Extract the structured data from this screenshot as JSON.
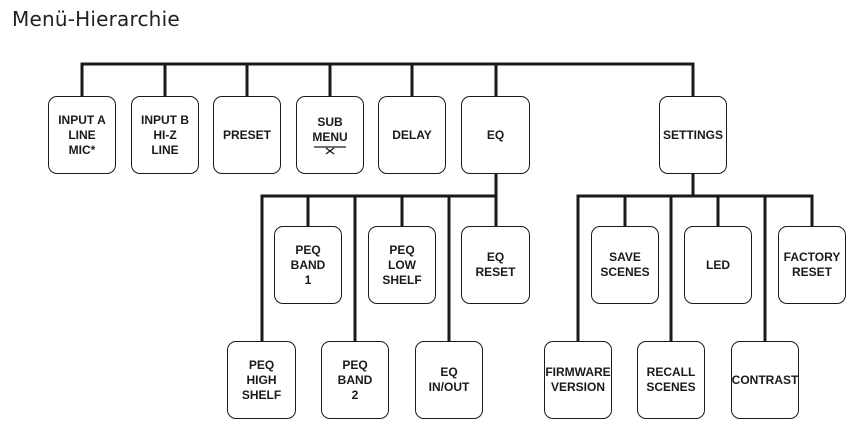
{
  "title": "Menü-Hierarchie",
  "nodes": {
    "input_a": [
      "INPUT A",
      "LINE",
      "MIC*"
    ],
    "input_b": [
      "INPUT B",
      "HI-Z",
      "LINE"
    ],
    "preset": [
      "PRESET"
    ],
    "sub_menu": [
      "SUB",
      "MENU"
    ],
    "delay": [
      "DELAY"
    ],
    "eq": [
      "EQ"
    ],
    "settings": [
      "SETTINGS"
    ],
    "peq_band_1": [
      "PEQ",
      "BAND",
      "1"
    ],
    "peq_low_shelf": [
      "PEQ",
      "LOW",
      "SHELF"
    ],
    "eq_reset": [
      "EQ",
      "RESET"
    ],
    "peq_high_shelf": [
      "PEQ",
      "HIGH",
      "SHELF"
    ],
    "peq_band_2": [
      "PEQ",
      "BAND",
      "2"
    ],
    "eq_in_out": [
      "EQ",
      "IN/OUT"
    ],
    "save_scenes": [
      "SAVE",
      "SCENES"
    ],
    "led": [
      "LED"
    ],
    "factory_reset": [
      "FACTORY",
      "RESET"
    ],
    "firmware_version": [
      "FIRMWARE",
      "VERSION"
    ],
    "recall_scenes": [
      "RECALL",
      "SCENES"
    ],
    "contrast": [
      "CONTRAST"
    ]
  }
}
